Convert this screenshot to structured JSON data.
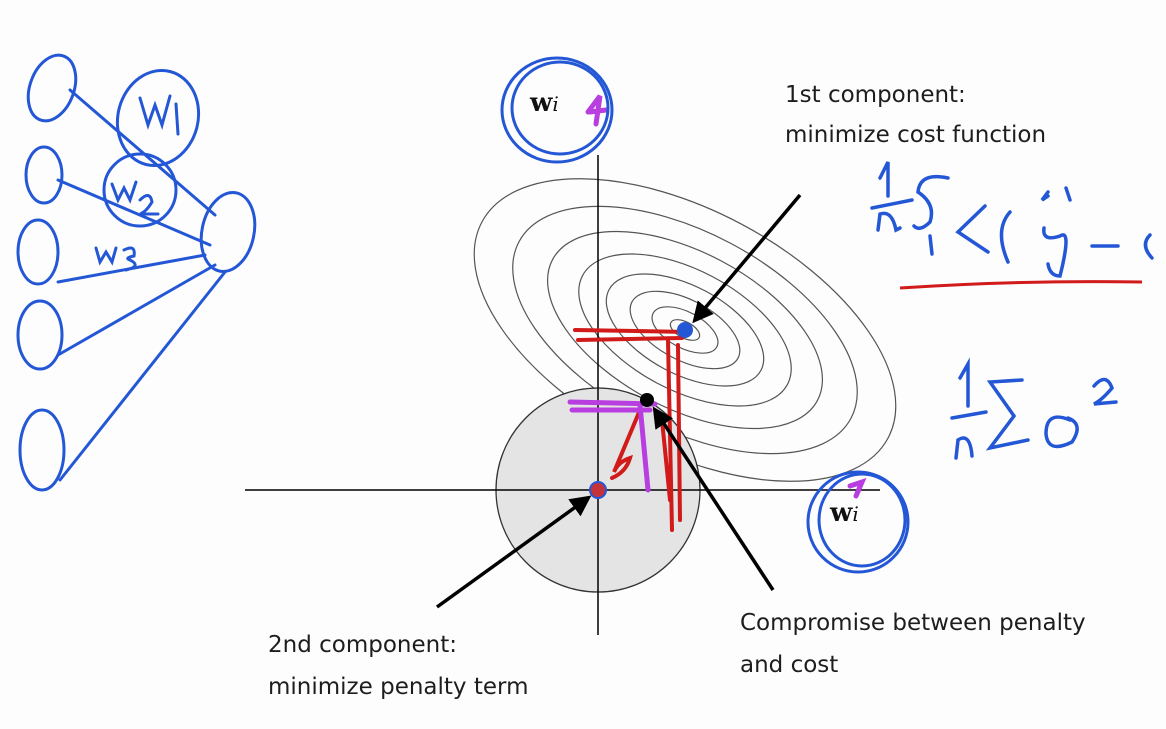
{
  "labels": {
    "first_component_line1": "1st component:",
    "first_component_line2": "minimize cost function",
    "second_component_line1": "2nd component:",
    "second_component_line2": "minimize penalty term",
    "compromise_line1": "Compromise between penalty",
    "compromise_line2": "and cost",
    "axis_weight_symbol": "w",
    "axis_weight_subscript": "i"
  },
  "colors": {
    "ink_blue": "#2457d6",
    "ink_red": "#d11a1a",
    "ink_purple": "#b83ee0",
    "ink_black": "#000000",
    "contour": "#555555",
    "penalty_disk": "#e4e4e4"
  }
}
